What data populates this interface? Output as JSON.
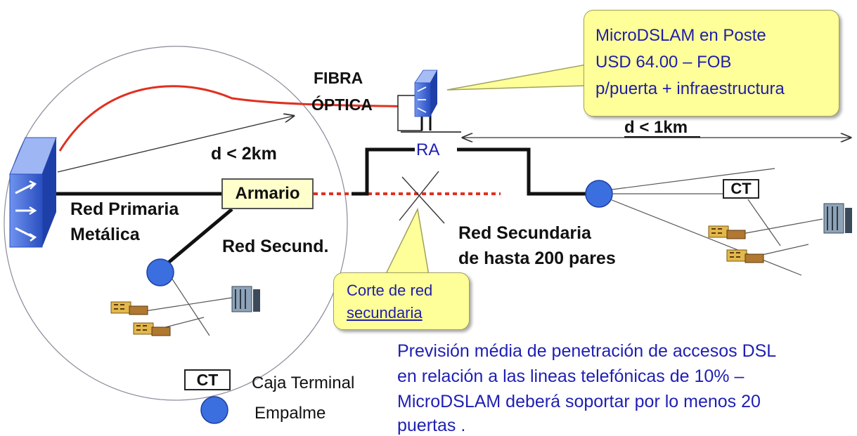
{
  "labels": {
    "fibra": "FIBRA",
    "optica": "ÓPTICA",
    "d2km": "d < 2km",
    "d1km": "d < 1km",
    "ra": "RA",
    "armario": "Armario",
    "red_primaria": "Red Primaria",
    "metalica": "Metálica",
    "red_secund": "Red Secund.",
    "red_secundaria": "Red Secundaria",
    "de_hasta": "de hasta  200 pares",
    "ct": "CT"
  },
  "callout_top": {
    "line1": "MicroDSLAM en Poste",
    "line2": "USD 64.00 – FOB",
    "line3": "p/puerta + infraestructura"
  },
  "callout_cut": {
    "line1": "Corte de red",
    "line2": "secundaria"
  },
  "legend": {
    "ct_symbol": "CT",
    "ct_label": "Caja Terminal",
    "empalme_label": "Empalme"
  },
  "note": {
    "line1": "Previsión média de penetración de accesos  DSL",
    "line2": "en relación a las lineas telefónicas de 10% –",
    "line3": "MicroDSLAM deberá soportar por lo  menos 20",
    "line4": "puertas ."
  },
  "colors": {
    "fiber": "#e03020",
    "callout_bg": "#ffff99",
    "note_text": "#1f1fb4",
    "empalme": "#3b6fe0",
    "dslam": "#3a66d6"
  }
}
